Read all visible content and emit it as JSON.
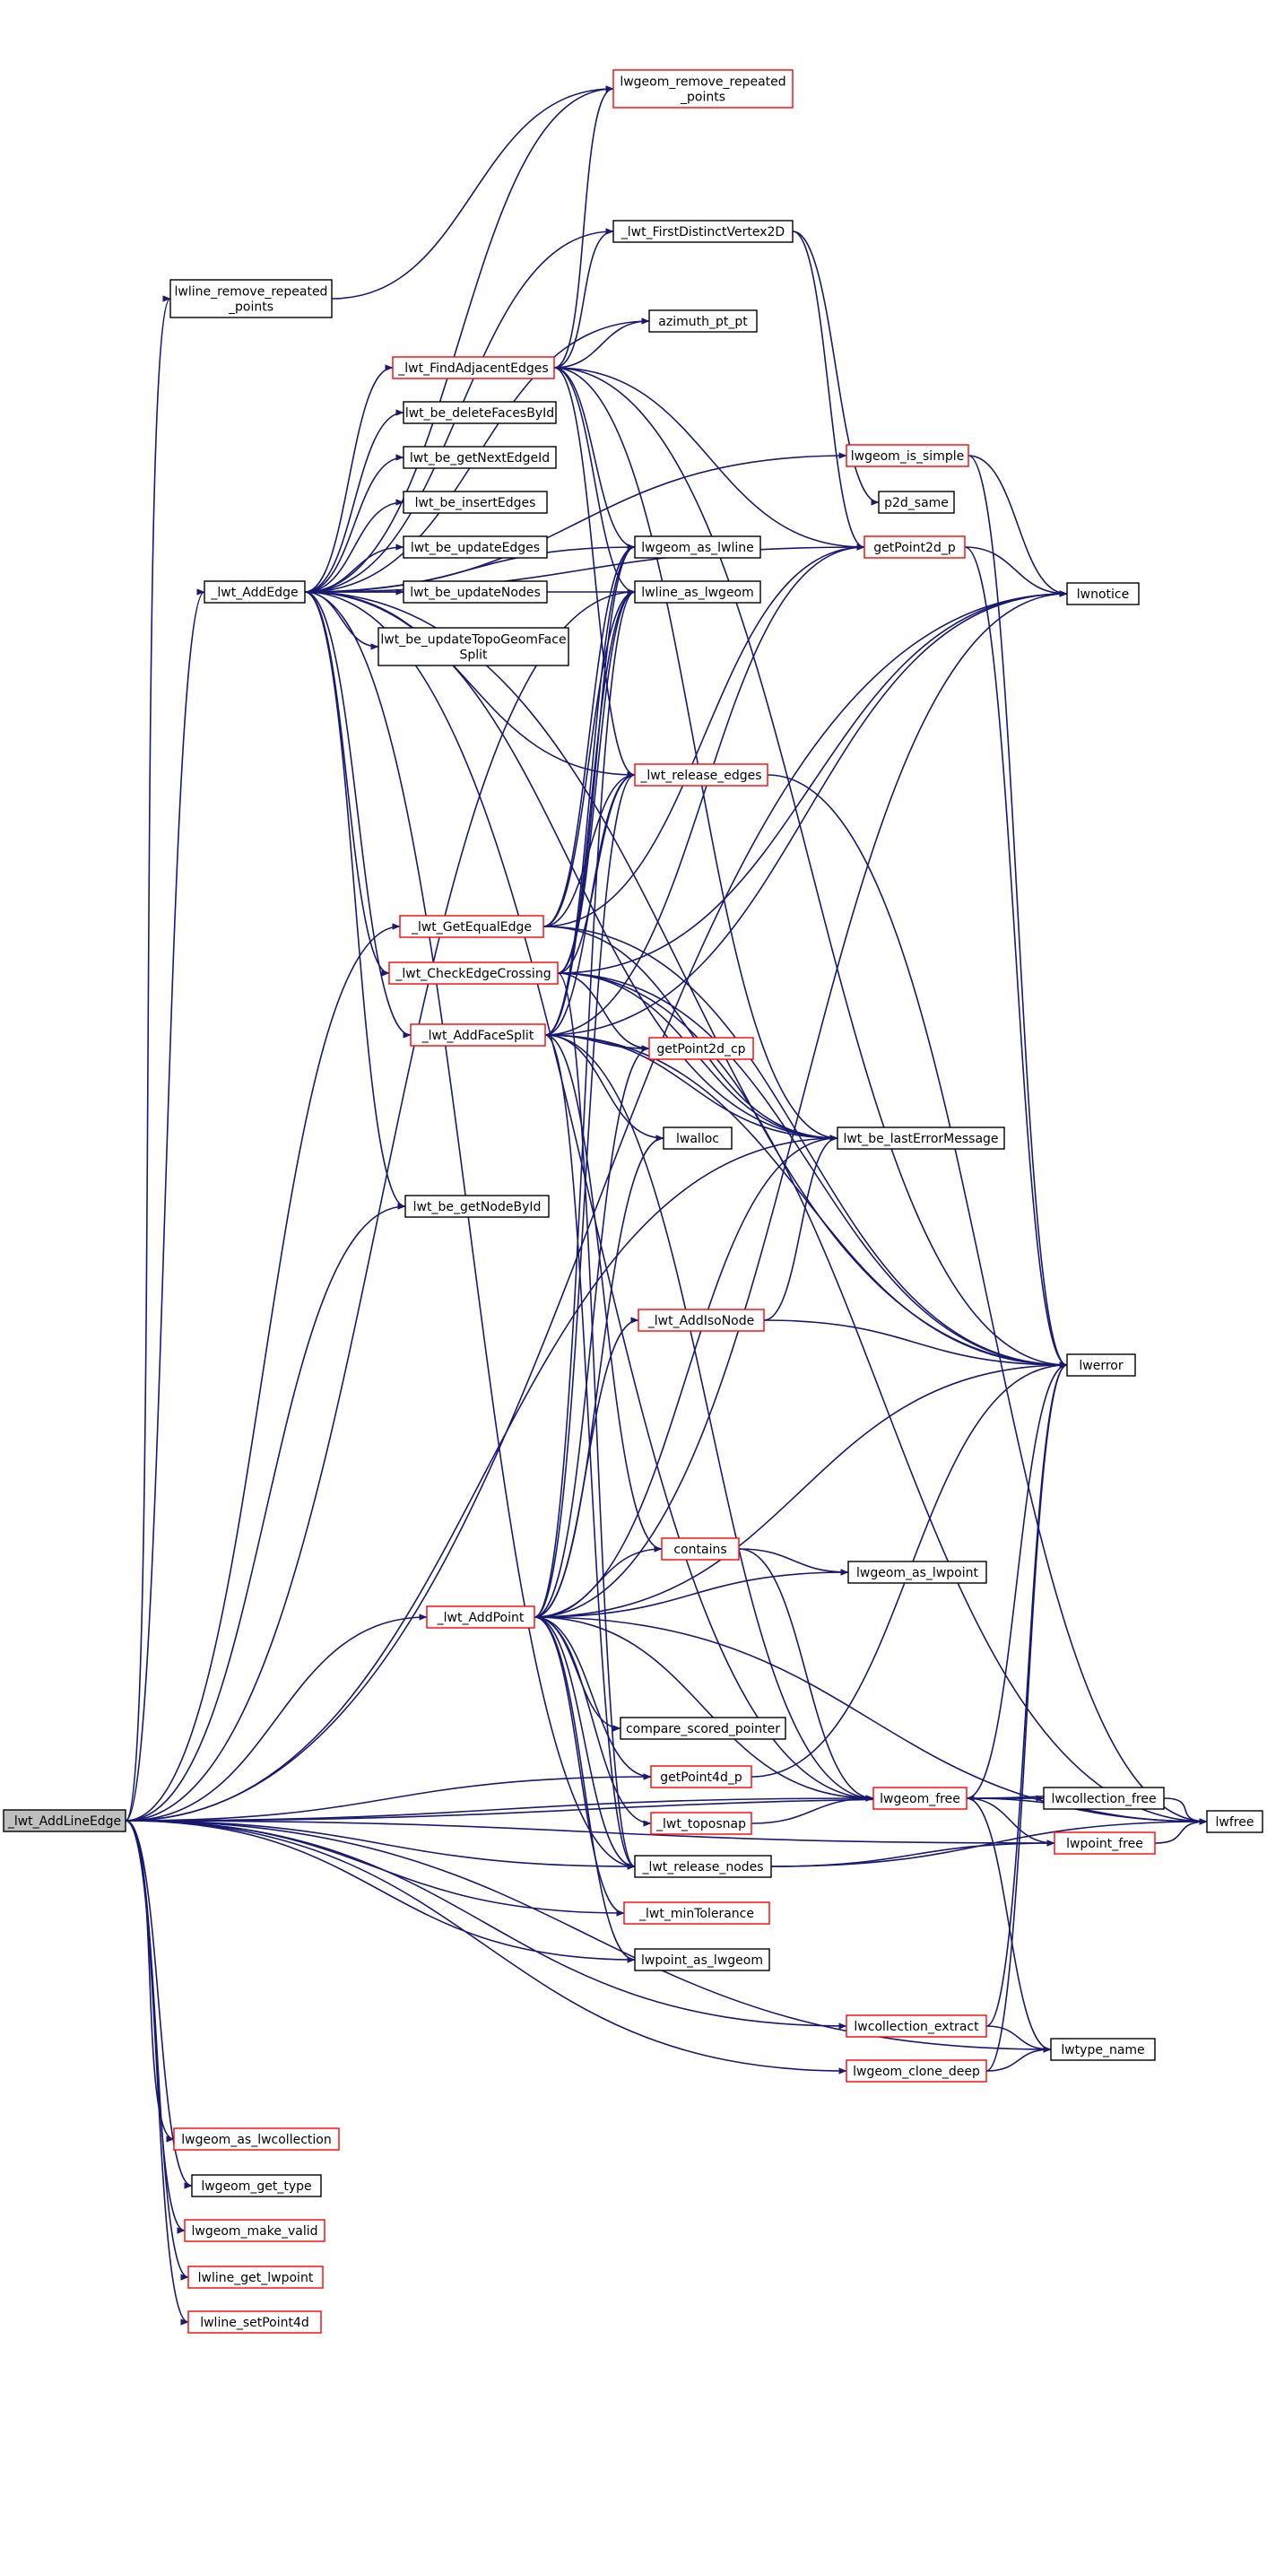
{
  "colors": {
    "edge": "#191970",
    "node_border_default": "#000000",
    "node_border_incomplete": "#ff0000",
    "node_fill": "#ffffff",
    "root_fill": "#bfbfbf",
    "text": "#000000"
  },
  "nodes": [
    {
      "id": "n_addlineedge",
      "label": "_lwt_AddLineEdge",
      "style": "root"
    },
    {
      "id": "n_lwline_remove_rep",
      "label": "lwline_remove_repeated\n_points",
      "style": "default"
    },
    {
      "id": "n_lwgeom_remove_rep",
      "label": "lwgeom_remove_repeated\n_points",
      "style": "incomplete"
    },
    {
      "id": "n_firstdistinct",
      "label": "_lwt_FirstDistinctVertex2D",
      "style": "default"
    },
    {
      "id": "n_azimuth",
      "label": "azimuth_pt_pt",
      "style": "default"
    },
    {
      "id": "n_findadjacent",
      "label": "_lwt_FindAdjacentEdges",
      "style": "incomplete"
    },
    {
      "id": "n_deletefaces",
      "label": "lwt_be_deleteFacesById",
      "style": "default"
    },
    {
      "id": "n_getnextedgeid",
      "label": "lwt_be_getNextEdgeId",
      "style": "default"
    },
    {
      "id": "n_insertedges",
      "label": "lwt_be_insertEdges",
      "style": "default"
    },
    {
      "id": "n_updateedges",
      "label": "lwt_be_updateEdges",
      "style": "default"
    },
    {
      "id": "n_updatenodes",
      "label": "lwt_be_updateNodes",
      "style": "default"
    },
    {
      "id": "n_updatetopo",
      "label": "lwt_be_updateTopoGeomFace\nSplit",
      "style": "default"
    },
    {
      "id": "n_addedge",
      "label": "_lwt_AddEdge",
      "style": "default"
    },
    {
      "id": "n_lwgeom_is_simple",
      "label": "lwgeom_is_simple",
      "style": "incomplete"
    },
    {
      "id": "n_p2d_same",
      "label": "p2d_same",
      "style": "default"
    },
    {
      "id": "n_getpoint2d_p",
      "label": "getPoint2d_p",
      "style": "incomplete"
    },
    {
      "id": "n_lwnotice",
      "label": "lwnotice",
      "style": "default"
    },
    {
      "id": "n_lwgeom_as_lwline",
      "label": "lwgeom_as_lwline",
      "style": "default"
    },
    {
      "id": "n_lwline_as_lwgeom",
      "label": "lwline_as_lwgeom",
      "style": "default"
    },
    {
      "id": "n_release_edges",
      "label": "_lwt_release_edges",
      "style": "incomplete"
    },
    {
      "id": "n_getequaledge",
      "label": "_lwt_GetEqualEdge",
      "style": "incomplete"
    },
    {
      "id": "n_checkedgecrossing",
      "label": "_lwt_CheckEdgeCrossing",
      "style": "incomplete"
    },
    {
      "id": "n_addfacesplit",
      "label": "_lwt_AddFaceSplit",
      "style": "incomplete"
    },
    {
      "id": "n_getpoint2d_cp",
      "label": "getPoint2d_cp",
      "style": "incomplete"
    },
    {
      "id": "n_lwalloc",
      "label": "lwalloc",
      "style": "default"
    },
    {
      "id": "n_lasterror",
      "label": "lwt_be_lastErrorMessage",
      "style": "default"
    },
    {
      "id": "n_getnodebyid",
      "label": "lwt_be_getNodeById",
      "style": "default"
    },
    {
      "id": "n_addisonode",
      "label": "_lwt_AddIsoNode",
      "style": "incomplete"
    },
    {
      "id": "n_lwerror",
      "label": "lwerror",
      "style": "default"
    },
    {
      "id": "n_contains",
      "label": "contains",
      "style": "incomplete"
    },
    {
      "id": "n_lwgeom_as_lwpoint",
      "label": "lwgeom_as_lwpoint",
      "style": "default"
    },
    {
      "id": "n_addpoint",
      "label": "_lwt_AddPoint",
      "style": "incomplete"
    },
    {
      "id": "n_compare_scored",
      "label": "compare_scored_pointer",
      "style": "default"
    },
    {
      "id": "n_getpoint4d_p",
      "label": "getPoint4d_p",
      "style": "incomplete"
    },
    {
      "id": "n_toposnap",
      "label": "_lwt_toposnap",
      "style": "incomplete"
    },
    {
      "id": "n_lwgeom_free",
      "label": "lwgeom_free",
      "style": "incomplete"
    },
    {
      "id": "n_lwcollection_free",
      "label": "lwcollection_free",
      "style": "default"
    },
    {
      "id": "n_lwfree",
      "label": "lwfree",
      "style": "default"
    },
    {
      "id": "n_lwpoint_free",
      "label": "lwpoint_free",
      "style": "incomplete"
    },
    {
      "id": "n_release_nodes",
      "label": "_lwt_release_nodes",
      "style": "default"
    },
    {
      "id": "n_mintolerance",
      "label": "_lwt_minTolerance",
      "style": "incomplete"
    },
    {
      "id": "n_lwpoint_as_lwgeom",
      "label": "lwpoint_as_lwgeom",
      "style": "default"
    },
    {
      "id": "n_lwcollection_extract",
      "label": "lwcollection_extract",
      "style": "incomplete"
    },
    {
      "id": "n_lwtype_name",
      "label": "lwtype_name",
      "style": "default"
    },
    {
      "id": "n_lwgeom_clone_deep",
      "label": "lwgeom_clone_deep",
      "style": "incomplete"
    },
    {
      "id": "n_lwgeom_as_lwcollection",
      "label": "lwgeom_as_lwcollection",
      "style": "incomplete"
    },
    {
      "id": "n_lwgeom_get_type",
      "label": "lwgeom_get_type",
      "style": "default"
    },
    {
      "id": "n_lwgeom_make_valid",
      "label": "lwgeom_make_valid",
      "style": "incomplete"
    },
    {
      "id": "n_lwline_get_lwpoint",
      "label": "lwline_get_lwpoint",
      "style": "incomplete"
    },
    {
      "id": "n_lwline_setpoint4d",
      "label": "lwline_setPoint4d",
      "style": "incomplete"
    }
  ],
  "edges": [
    [
      "n_addlineedge",
      "n_lwline_remove_rep"
    ],
    [
      "n_addlineedge",
      "n_lwnotice"
    ],
    [
      "n_addlineedge",
      "n_addedge"
    ],
    [
      "n_addlineedge",
      "n_getequaledge"
    ],
    [
      "n_addlineedge",
      "n_getnodebyid"
    ],
    [
      "n_addlineedge",
      "n_lasterror"
    ],
    [
      "n_addlineedge",
      "n_addpoint"
    ],
    [
      "n_addlineedge",
      "n_lwcollection_free"
    ],
    [
      "n_addlineedge",
      "n_getpoint4d_p"
    ],
    [
      "n_addlineedge",
      "n_lwgeom_free"
    ],
    [
      "n_addlineedge",
      "n_release_nodes"
    ],
    [
      "n_addlineedge",
      "n_mintolerance"
    ],
    [
      "n_addlineedge",
      "n_lwpoint_as_lwgeom"
    ],
    [
      "n_addlineedge",
      "n_lwpoint_free"
    ],
    [
      "n_addlineedge",
      "n_lwcollection_extract"
    ],
    [
      "n_addlineedge",
      "n_lwgeom_clone_deep"
    ],
    [
      "n_addlineedge",
      "n_lwtype_name"
    ],
    [
      "n_addlineedge",
      "n_lwline_as_lwgeom"
    ],
    [
      "n_addlineedge",
      "n_lwgeom_as_lwcollection"
    ],
    [
      "n_addlineedge",
      "n_lwgeom_get_type"
    ],
    [
      "n_addlineedge",
      "n_lwgeom_make_valid"
    ],
    [
      "n_addlineedge",
      "n_lwline_get_lwpoint"
    ],
    [
      "n_addlineedge",
      "n_lwline_setpoint4d"
    ],
    [
      "n_lwline_remove_rep",
      "n_lwgeom_remove_rep"
    ],
    [
      "n_addedge",
      "n_lwgeom_remove_rep"
    ],
    [
      "n_addedge",
      "n_firstdistinct"
    ],
    [
      "n_addedge",
      "n_azimuth"
    ],
    [
      "n_addedge",
      "n_findadjacent"
    ],
    [
      "n_addedge",
      "n_deletefaces"
    ],
    [
      "n_addedge",
      "n_getnextedgeid"
    ],
    [
      "n_addedge",
      "n_insertedges"
    ],
    [
      "n_addedge",
      "n_updateedges"
    ],
    [
      "n_addedge",
      "n_updatenodes"
    ],
    [
      "n_addedge",
      "n_updatetopo"
    ],
    [
      "n_addedge",
      "n_lwgeom_is_simple"
    ],
    [
      "n_addedge",
      "n_getpoint2d_p"
    ],
    [
      "n_addedge",
      "n_lwgeom_as_lwline"
    ],
    [
      "n_addedge",
      "n_lwline_as_lwgeom"
    ],
    [
      "n_addedge",
      "n_release_edges"
    ],
    [
      "n_addedge",
      "n_checkedgecrossing"
    ],
    [
      "n_addedge",
      "n_addfacesplit"
    ],
    [
      "n_addedge",
      "n_getnodebyid"
    ],
    [
      "n_addedge",
      "n_lasterror"
    ],
    [
      "n_addedge",
      "n_lwerror"
    ],
    [
      "n_addedge",
      "n_release_nodes"
    ],
    [
      "n_addedge",
      "n_lwgeom_free"
    ],
    [
      "n_findadjacent",
      "n_lwgeom_remove_rep"
    ],
    [
      "n_findadjacent",
      "n_firstdistinct"
    ],
    [
      "n_findadjacent",
      "n_azimuth"
    ],
    [
      "n_findadjacent",
      "n_getpoint2d_p"
    ],
    [
      "n_findadjacent",
      "n_lwgeom_as_lwline"
    ],
    [
      "n_findadjacent",
      "n_lwline_as_lwgeom"
    ],
    [
      "n_findadjacent",
      "n_release_edges"
    ],
    [
      "n_findadjacent",
      "n_lasterror"
    ],
    [
      "n_findadjacent",
      "n_lwerror"
    ],
    [
      "n_firstdistinct",
      "n_p2d_same"
    ],
    [
      "n_firstdistinct",
      "n_getpoint2d_p"
    ],
    [
      "n_lwgeom_is_simple",
      "n_lwnotice"
    ],
    [
      "n_lwgeom_is_simple",
      "n_lwerror"
    ],
    [
      "n_getpoint2d_p",
      "n_lwnotice"
    ],
    [
      "n_getpoint2d_p",
      "n_lwerror"
    ],
    [
      "n_getequaledge",
      "n_lwgeom_as_lwline"
    ],
    [
      "n_getequaledge",
      "n_lwline_as_lwgeom"
    ],
    [
      "n_getequaledge",
      "n_release_edges"
    ],
    [
      "n_getequaledge",
      "n_getpoint2d_p"
    ],
    [
      "n_getequaledge",
      "n_lasterror"
    ],
    [
      "n_getequaledge",
      "n_lwerror"
    ],
    [
      "n_checkedgecrossing",
      "n_lwgeom_as_lwline"
    ],
    [
      "n_checkedgecrossing",
      "n_lwline_as_lwgeom"
    ],
    [
      "n_checkedgecrossing",
      "n_release_edges"
    ],
    [
      "n_checkedgecrossing",
      "n_getpoint2d_cp"
    ],
    [
      "n_checkedgecrossing",
      "n_lasterror"
    ],
    [
      "n_checkedgecrossing",
      "n_lwerror"
    ],
    [
      "n_checkedgecrossing",
      "n_lwnotice"
    ],
    [
      "n_checkedgecrossing",
      "n_lwfree"
    ],
    [
      "n_checkedgecrossing",
      "n_release_nodes"
    ],
    [
      "n_addfacesplit",
      "n_lwgeom_as_lwline"
    ],
    [
      "n_addfacesplit",
      "n_lwline_as_lwgeom"
    ],
    [
      "n_addfacesplit",
      "n_release_edges"
    ],
    [
      "n_addfacesplit",
      "n_getpoint2d_p"
    ],
    [
      "n_addfacesplit",
      "n_getpoint2d_cp"
    ],
    [
      "n_addfacesplit",
      "n_lwalloc"
    ],
    [
      "n_addfacesplit",
      "n_lasterror"
    ],
    [
      "n_addfacesplit",
      "n_lwerror"
    ],
    [
      "n_addfacesplit",
      "n_lwnotice"
    ],
    [
      "n_addfacesplit",
      "n_contains"
    ],
    [
      "n_addfacesplit",
      "n_lwgeom_free"
    ],
    [
      "n_addfacesplit",
      "n_release_nodes"
    ],
    [
      "n_release_edges",
      "n_lwfree"
    ],
    [
      "n_addisonode",
      "n_lasterror"
    ],
    [
      "n_addisonode",
      "n_lwerror"
    ],
    [
      "n_addpoint",
      "n_lwline_as_lwgeom"
    ],
    [
      "n_addpoint",
      "n_release_edges"
    ],
    [
      "n_addpoint",
      "n_getpoint2d_cp"
    ],
    [
      "n_addpoint",
      "n_lwalloc"
    ],
    [
      "n_addpoint",
      "n_lasterror"
    ],
    [
      "n_addpoint",
      "n_addisonode"
    ],
    [
      "n_addpoint",
      "n_lwerror"
    ],
    [
      "n_addpoint",
      "n_lwnotice"
    ],
    [
      "n_addpoint",
      "n_contains"
    ],
    [
      "n_addpoint",
      "n_lwgeom_as_lwpoint"
    ],
    [
      "n_addpoint",
      "n_compare_scored"
    ],
    [
      "n_addpoint",
      "n_getpoint4d_p"
    ],
    [
      "n_addpoint",
      "n_toposnap"
    ],
    [
      "n_addpoint",
      "n_lwgeom_free"
    ],
    [
      "n_addpoint",
      "n_release_nodes"
    ],
    [
      "n_addpoint",
      "n_lwfree"
    ],
    [
      "n_addpoint",
      "n_mintolerance"
    ],
    [
      "n_addpoint",
      "n_lwpoint_as_lwgeom"
    ],
    [
      "n_contains",
      "n_lwgeom_as_lwpoint"
    ],
    [
      "n_contains",
      "n_lwgeom_free"
    ],
    [
      "n_getpoint4d_p",
      "n_lwerror"
    ],
    [
      "n_toposnap",
      "n_lwgeom_free"
    ],
    [
      "n_lwgeom_free",
      "n_lwerror"
    ],
    [
      "n_lwgeom_free",
      "n_lwpoint_free"
    ],
    [
      "n_lwgeom_free",
      "n_lwfree"
    ],
    [
      "n_lwgeom_free",
      "n_lwtype_name"
    ],
    [
      "n_lwcollection_free",
      "n_lwgeom_free"
    ],
    [
      "n_lwcollection_free",
      "n_lwfree"
    ],
    [
      "n_lwpoint_free",
      "n_lwfree"
    ],
    [
      "n_release_nodes",
      "n_lwpoint_free"
    ],
    [
      "n_release_nodes",
      "n_lwfree"
    ],
    [
      "n_lwcollection_extract",
      "n_lwtype_name"
    ],
    [
      "n_lwcollection_extract",
      "n_lwerror"
    ],
    [
      "n_lwgeom_clone_deep",
      "n_lwtype_name"
    ],
    [
      "n_lwgeom_clone_deep",
      "n_lwerror"
    ]
  ]
}
